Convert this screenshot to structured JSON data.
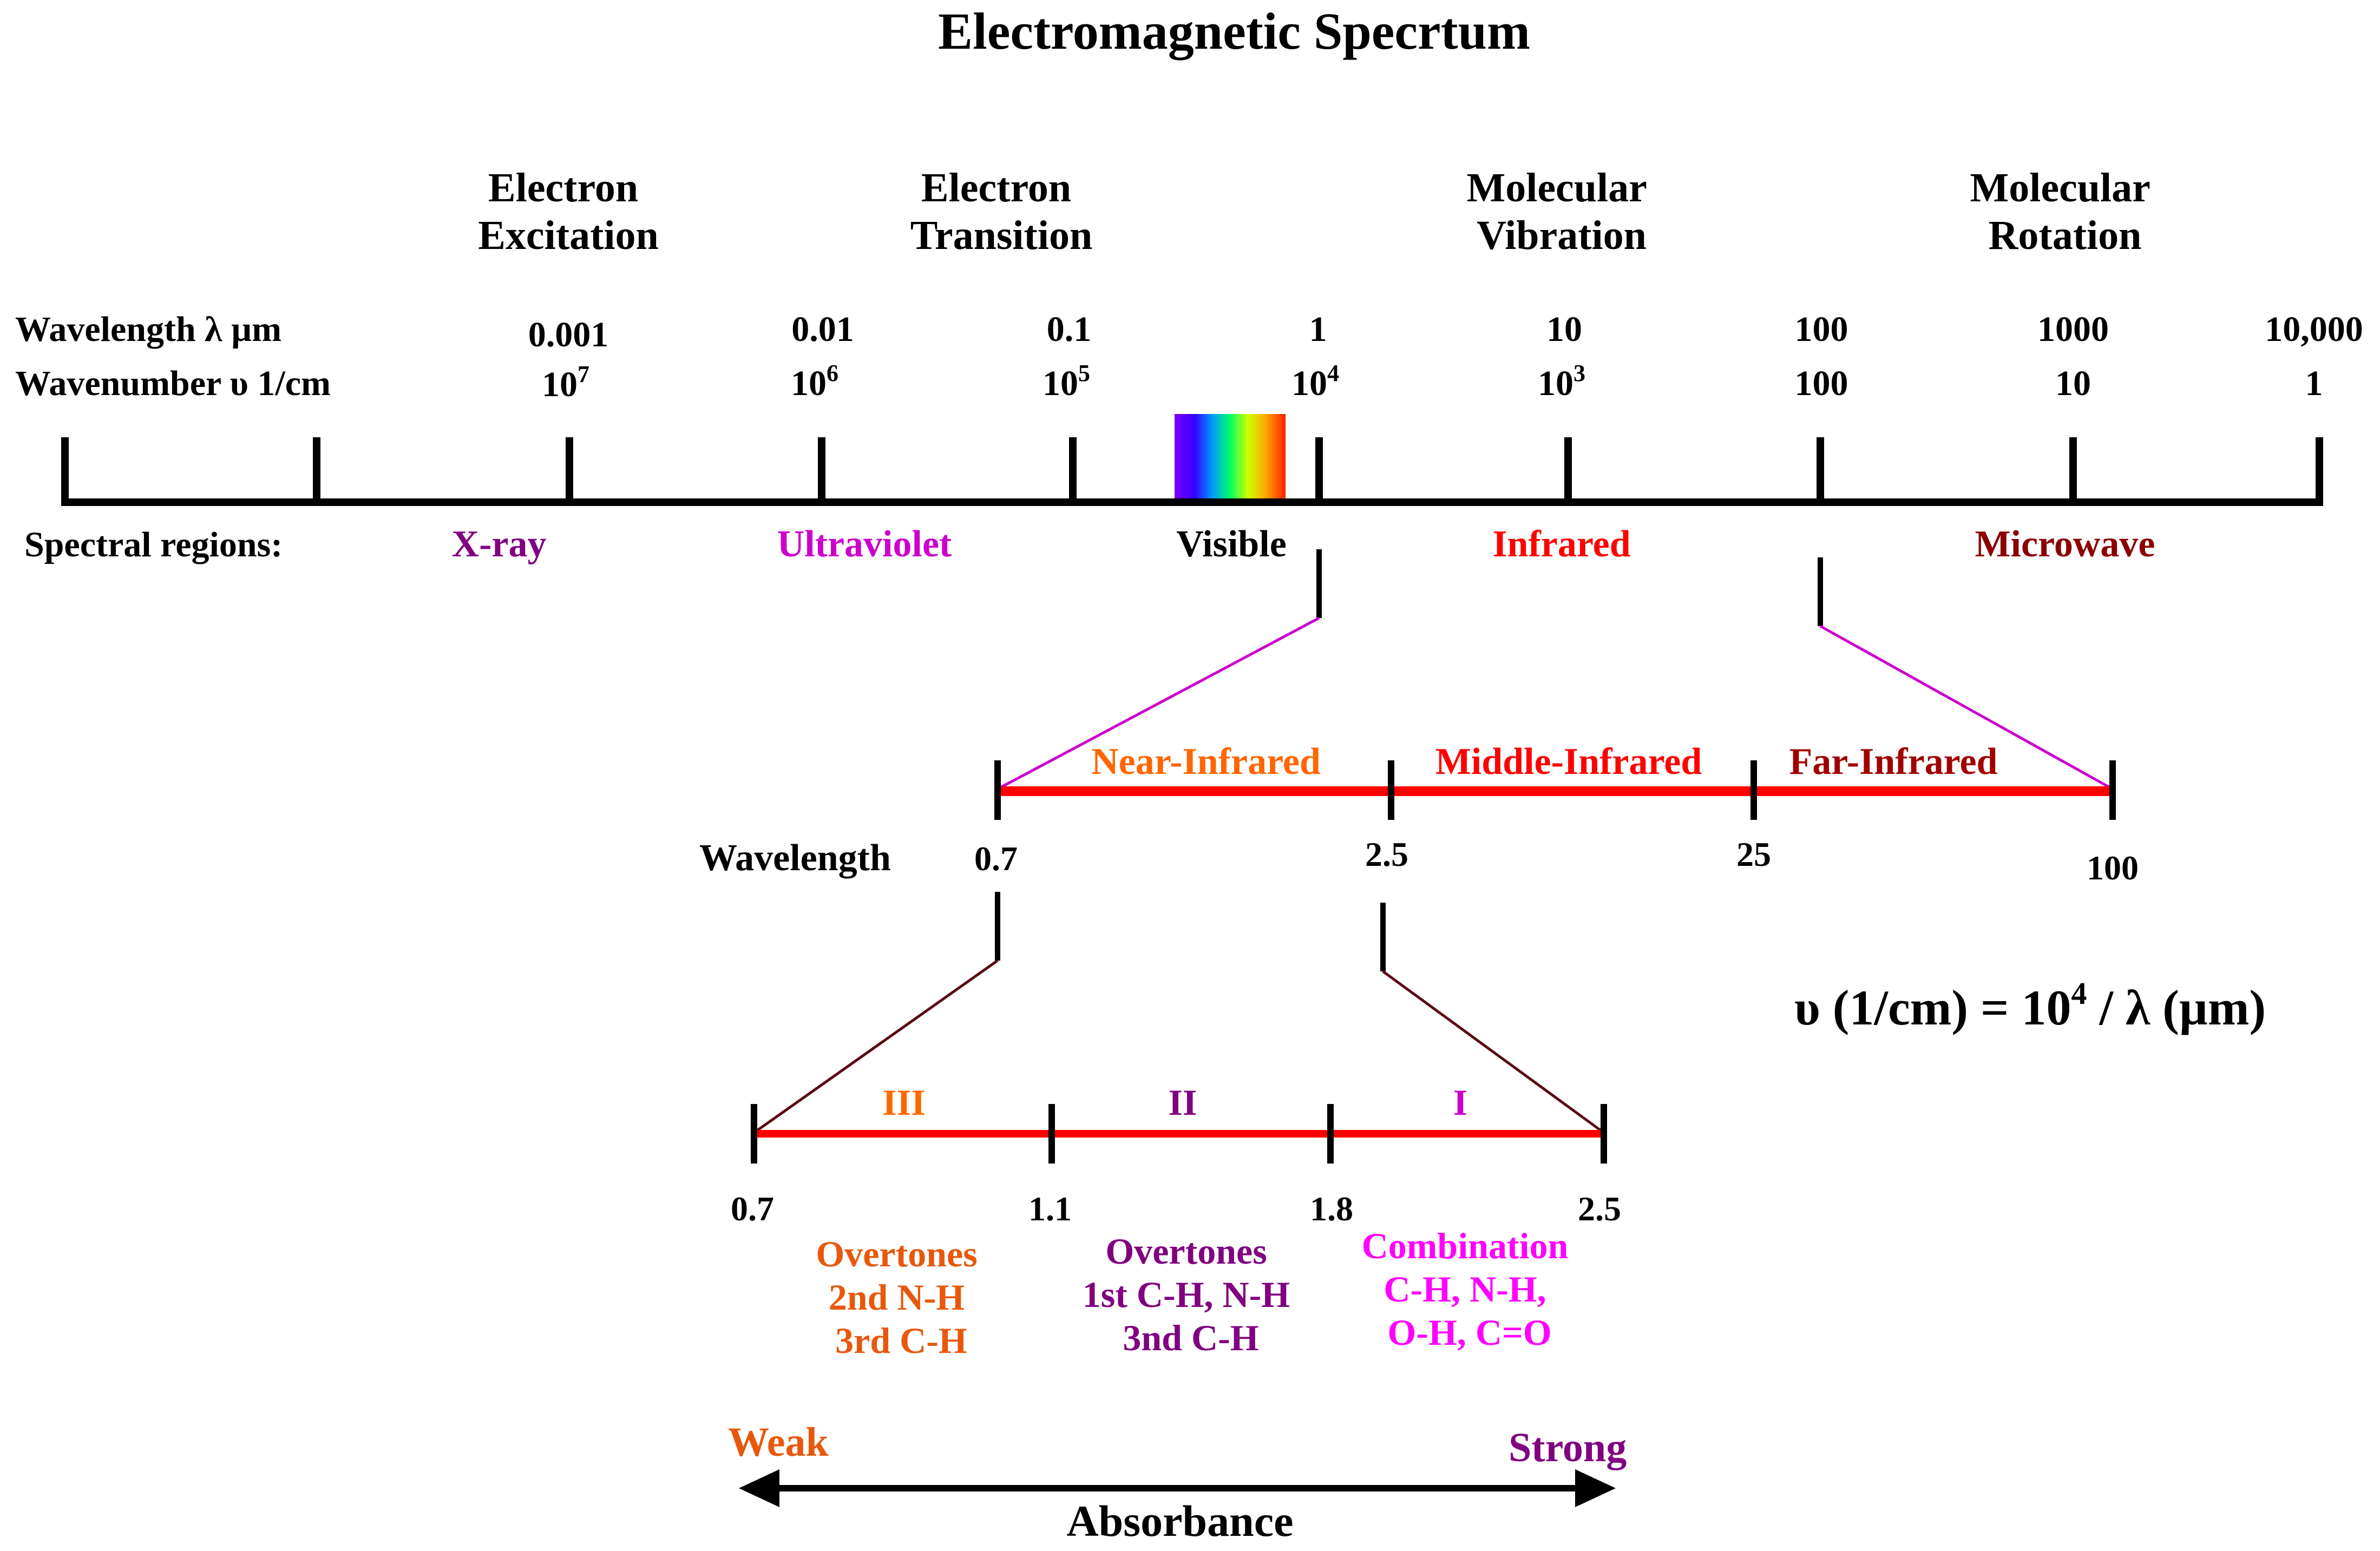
{
  "title": "Electromagnetic Specrtum",
  "categories": [
    {
      "lines": [
        "Electron",
        "Excitation"
      ]
    },
    {
      "lines": [
        "Electron",
        "Transition"
      ]
    },
    {
      "lines": [
        "Molecular",
        "Vibration"
      ]
    },
    {
      "lines": [
        "Molecular",
        "Rotation"
      ]
    }
  ],
  "wavelength_label": "Wavelength λ µm",
  "wavenumber_label": "Wavenumber υ 1/cm",
  "ticks": [
    {
      "wavelength": "0.001",
      "wn_base": "10",
      "wn_exp": "7"
    },
    {
      "wavelength": "0.01",
      "wn_base": "10",
      "wn_exp": "6"
    },
    {
      "wavelength": "0.1",
      "wn_base": "10",
      "wn_exp": "5"
    },
    {
      "wavelength": "1",
      "wn_base": "10",
      "wn_exp": "4"
    },
    {
      "wavelength": "10",
      "wn_base": "10",
      "wn_exp": "3"
    },
    {
      "wavelength": "100",
      "wn_base": "100",
      "wn_exp": ""
    },
    {
      "wavelength": "1000",
      "wn_base": "10",
      "wn_exp": ""
    },
    {
      "wavelength": "10,000",
      "wn_base": "1",
      "wn_exp": ""
    }
  ],
  "spectral_label": "Spectral regions:",
  "regions": [
    {
      "label": "X-ray",
      "color": "#800080"
    },
    {
      "label": "Ultraviolet",
      "color": "#cc00cc"
    },
    {
      "label": "Visible",
      "color": "#000000"
    },
    {
      "label": "Infrared",
      "color": "#ff0000"
    },
    {
      "label": "Microwave",
      "color": "#8b0000"
    }
  ],
  "ir_bands": [
    {
      "label": "Near-Infrared",
      "color": "#ff6600"
    },
    {
      "label": "Middle-Infrared",
      "color": "#ff0000"
    },
    {
      "label": "Far-Infrared",
      "color": "#a00000"
    }
  ],
  "wavelength_word": "Wavelength",
  "ir_ticks": [
    "0.7",
    "2.5",
    "25",
    "100"
  ],
  "formula": {
    "left": "υ (1/cm) = 10",
    "exp": "4",
    "right": " / λ (µm)"
  },
  "nir_ranges": [
    {
      "numeral": "III",
      "color": "#ff6600"
    },
    {
      "numeral": "II",
      "color": "#800080"
    },
    {
      "numeral": "I",
      "color": "#cc00cc"
    }
  ],
  "nir_ticks": [
    "0.7",
    "1.1",
    "1.8",
    "2.5"
  ],
  "nir_notes": [
    {
      "lines": [
        "Overtones",
        "2nd N-H",
        "3rd C-H"
      ],
      "color": "#e8580c"
    },
    {
      "lines": [
        "Overtones",
        "1st C-H, N-H",
        "3nd C-H"
      ],
      "color": "#800080"
    },
    {
      "lines": [
        "Combination",
        "C-H, N-H,",
        "O-H, C=O"
      ],
      "color": "#ff00ff"
    }
  ],
  "weak_label": "Weak",
  "strong_label": "Strong",
  "absorbance_label": "Absorbance",
  "colors": {
    "axis": "#000000",
    "band_line": "#ff0000",
    "zoom_line_upper": "#cc00cc",
    "zoom_line_lower": "#5a0a14",
    "weak": "#e8580c",
    "strong": "#800080"
  }
}
